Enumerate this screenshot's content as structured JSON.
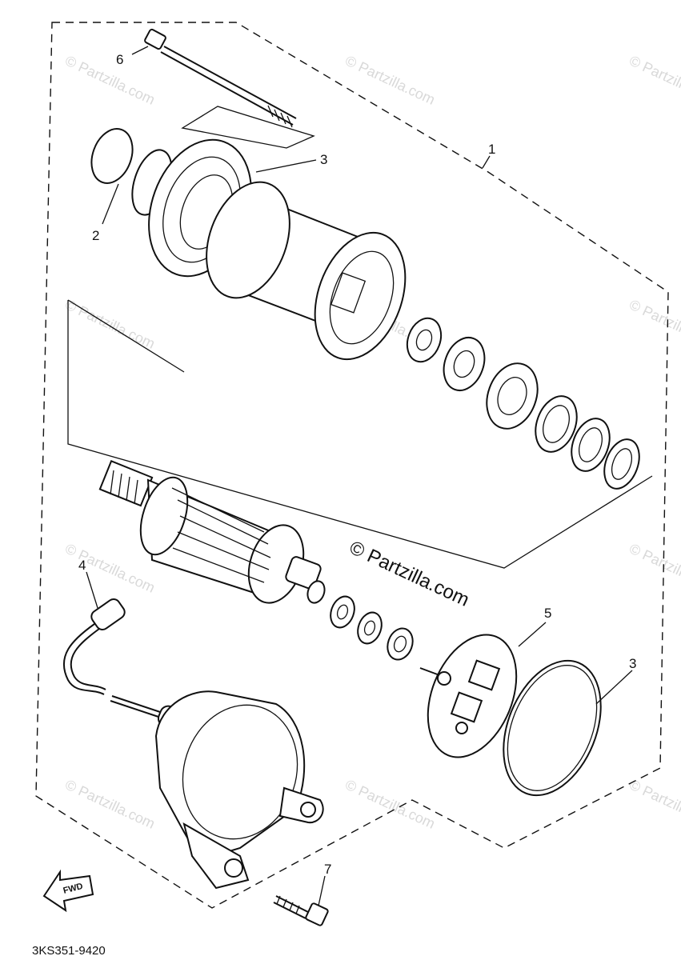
{
  "callouts": [
    {
      "id": "1",
      "label": "1"
    },
    {
      "id": "2",
      "label": "2"
    },
    {
      "id": "3",
      "label": "3"
    },
    {
      "id": "3b",
      "label": "3"
    },
    {
      "id": "4",
      "label": "4"
    },
    {
      "id": "5",
      "label": "5"
    },
    {
      "id": "6",
      "label": "6"
    },
    {
      "id": "7",
      "label": "7"
    }
  ],
  "watermark": {
    "main": "© Partzilla.com",
    "repeat": "© Partzilla.com"
  },
  "fwd_label": "FWD",
  "diagram_code": "3KS351-9420",
  "icons": {
    "fwd_arrow": "fwd-arrow-icon"
  }
}
